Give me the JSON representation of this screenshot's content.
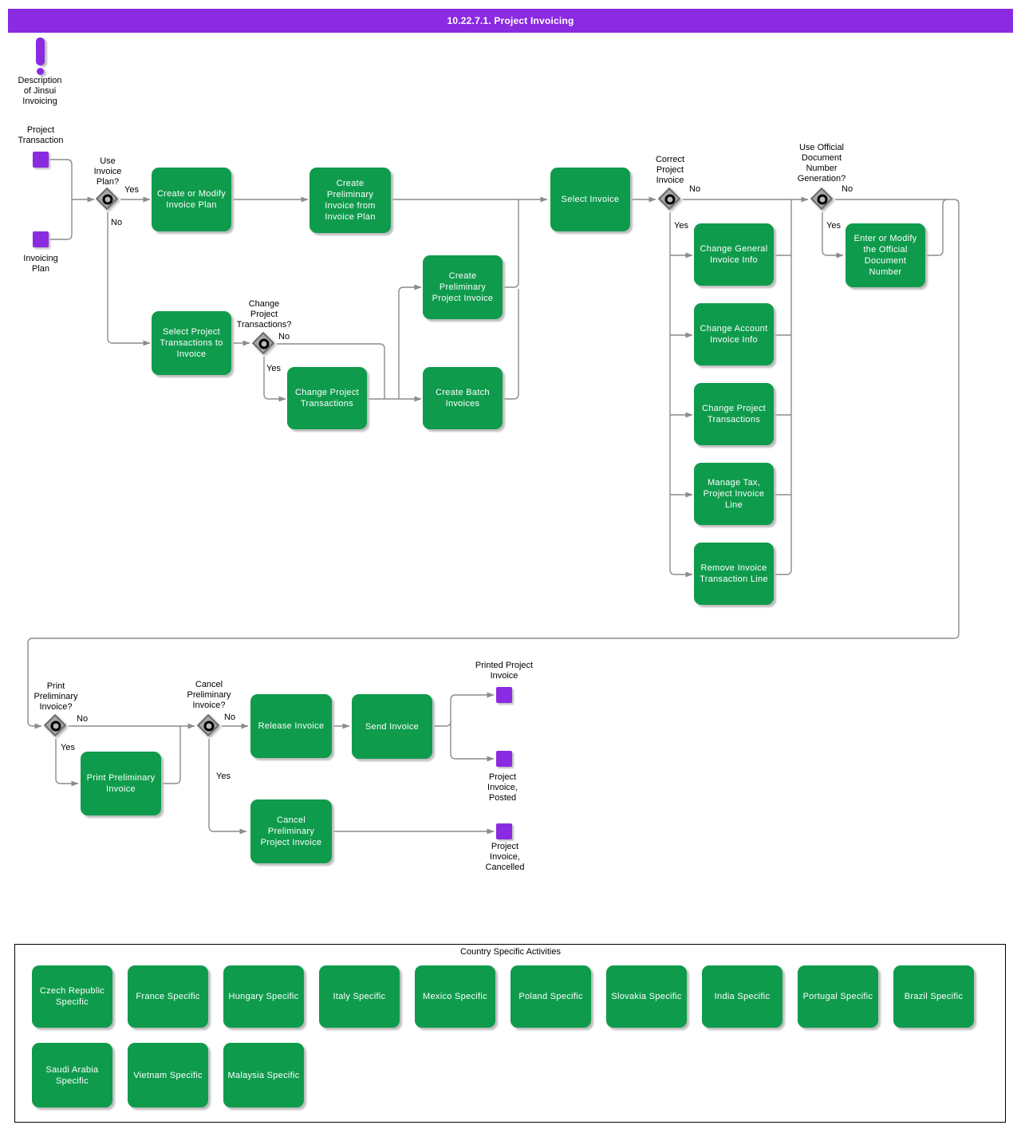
{
  "banner": {
    "title": "10.22.7.1. Project Invoicing"
  },
  "colors": {
    "accent_purple": "#8A2BE2",
    "activity_green": "#0F9B4C",
    "connector_gray": "#8C8C8C",
    "decision_gray": "#A8A8A8"
  },
  "annotation": {
    "label": "Description\nof Jinsui\nInvoicing"
  },
  "events": {
    "start": [
      {
        "label": "Project\nTransaction"
      },
      {
        "label": "Invoicing\nPlan"
      }
    ],
    "end": [
      {
        "label": "Printed Project\nInvoice"
      },
      {
        "label": "Project\nInvoice,\nPosted"
      },
      {
        "label": "Project\nInvoice,\nCancelled"
      }
    ]
  },
  "decisions": [
    {
      "label": "Use\nInvoice\nPlan?",
      "yes_label": "Yes",
      "no_label": "No"
    },
    {
      "label": "Change\nProject\nTransactions?",
      "yes_label": "Yes",
      "no_label": "No"
    },
    {
      "label": "Correct\nProject\nInvoice",
      "yes_label": "Yes",
      "no_label": "No"
    },
    {
      "label": "Use Official\nDocument\nNumber\nGeneration?",
      "yes_label": "Yes",
      "no_label": "No"
    },
    {
      "label": "Print\nPreliminary\nInvoice?",
      "yes_label": "Yes",
      "no_label": "No"
    },
    {
      "label": "Cancel\nPreliminary\nInvoice?",
      "yes_label": "Yes",
      "no_label": "No"
    }
  ],
  "activities": [
    {
      "label": "Create or Modify Invoice Plan"
    },
    {
      "label": "Create Preliminary Invoice from Invoice Plan"
    },
    {
      "label": "Select Project Transactions to Invoice"
    },
    {
      "label": "Change Project Transactions"
    },
    {
      "label": "Create Preliminary Project Invoice"
    },
    {
      "label": "Create Batch Invoices"
    },
    {
      "label": "Select Invoice"
    },
    {
      "label": "Change General Invoice Info"
    },
    {
      "label": "Change Account Invoice Info"
    },
    {
      "label": "Change Project Transactions"
    },
    {
      "label": "Manage Tax, Project Invoice Line"
    },
    {
      "label": "Remove Invoice Transaction Line"
    },
    {
      "label": "Enter or Modify the Official Document Number"
    },
    {
      "label": "Print Preliminary Invoice"
    },
    {
      "label": "Release Invoice"
    },
    {
      "label": "Send Invoice"
    },
    {
      "label": "Cancel Preliminary Project Invoice"
    }
  ],
  "country_panel": {
    "title": "Country Specific Activities",
    "activities": [
      {
        "label": "Czech Republic Specific"
      },
      {
        "label": "France Specific"
      },
      {
        "label": "Hungary Specific"
      },
      {
        "label": "Italy Specific"
      },
      {
        "label": "Mexico Specific"
      },
      {
        "label": "Poland Specific"
      },
      {
        "label": "Slovakia Specific"
      },
      {
        "label": "India Specific"
      },
      {
        "label": "Portugal Specific"
      },
      {
        "label": "Brazil Specific"
      },
      {
        "label": "Saudi Arabia Specific"
      },
      {
        "label": "Vietnam Specific"
      },
      {
        "label": "Malaysia Specific"
      }
    ]
  }
}
